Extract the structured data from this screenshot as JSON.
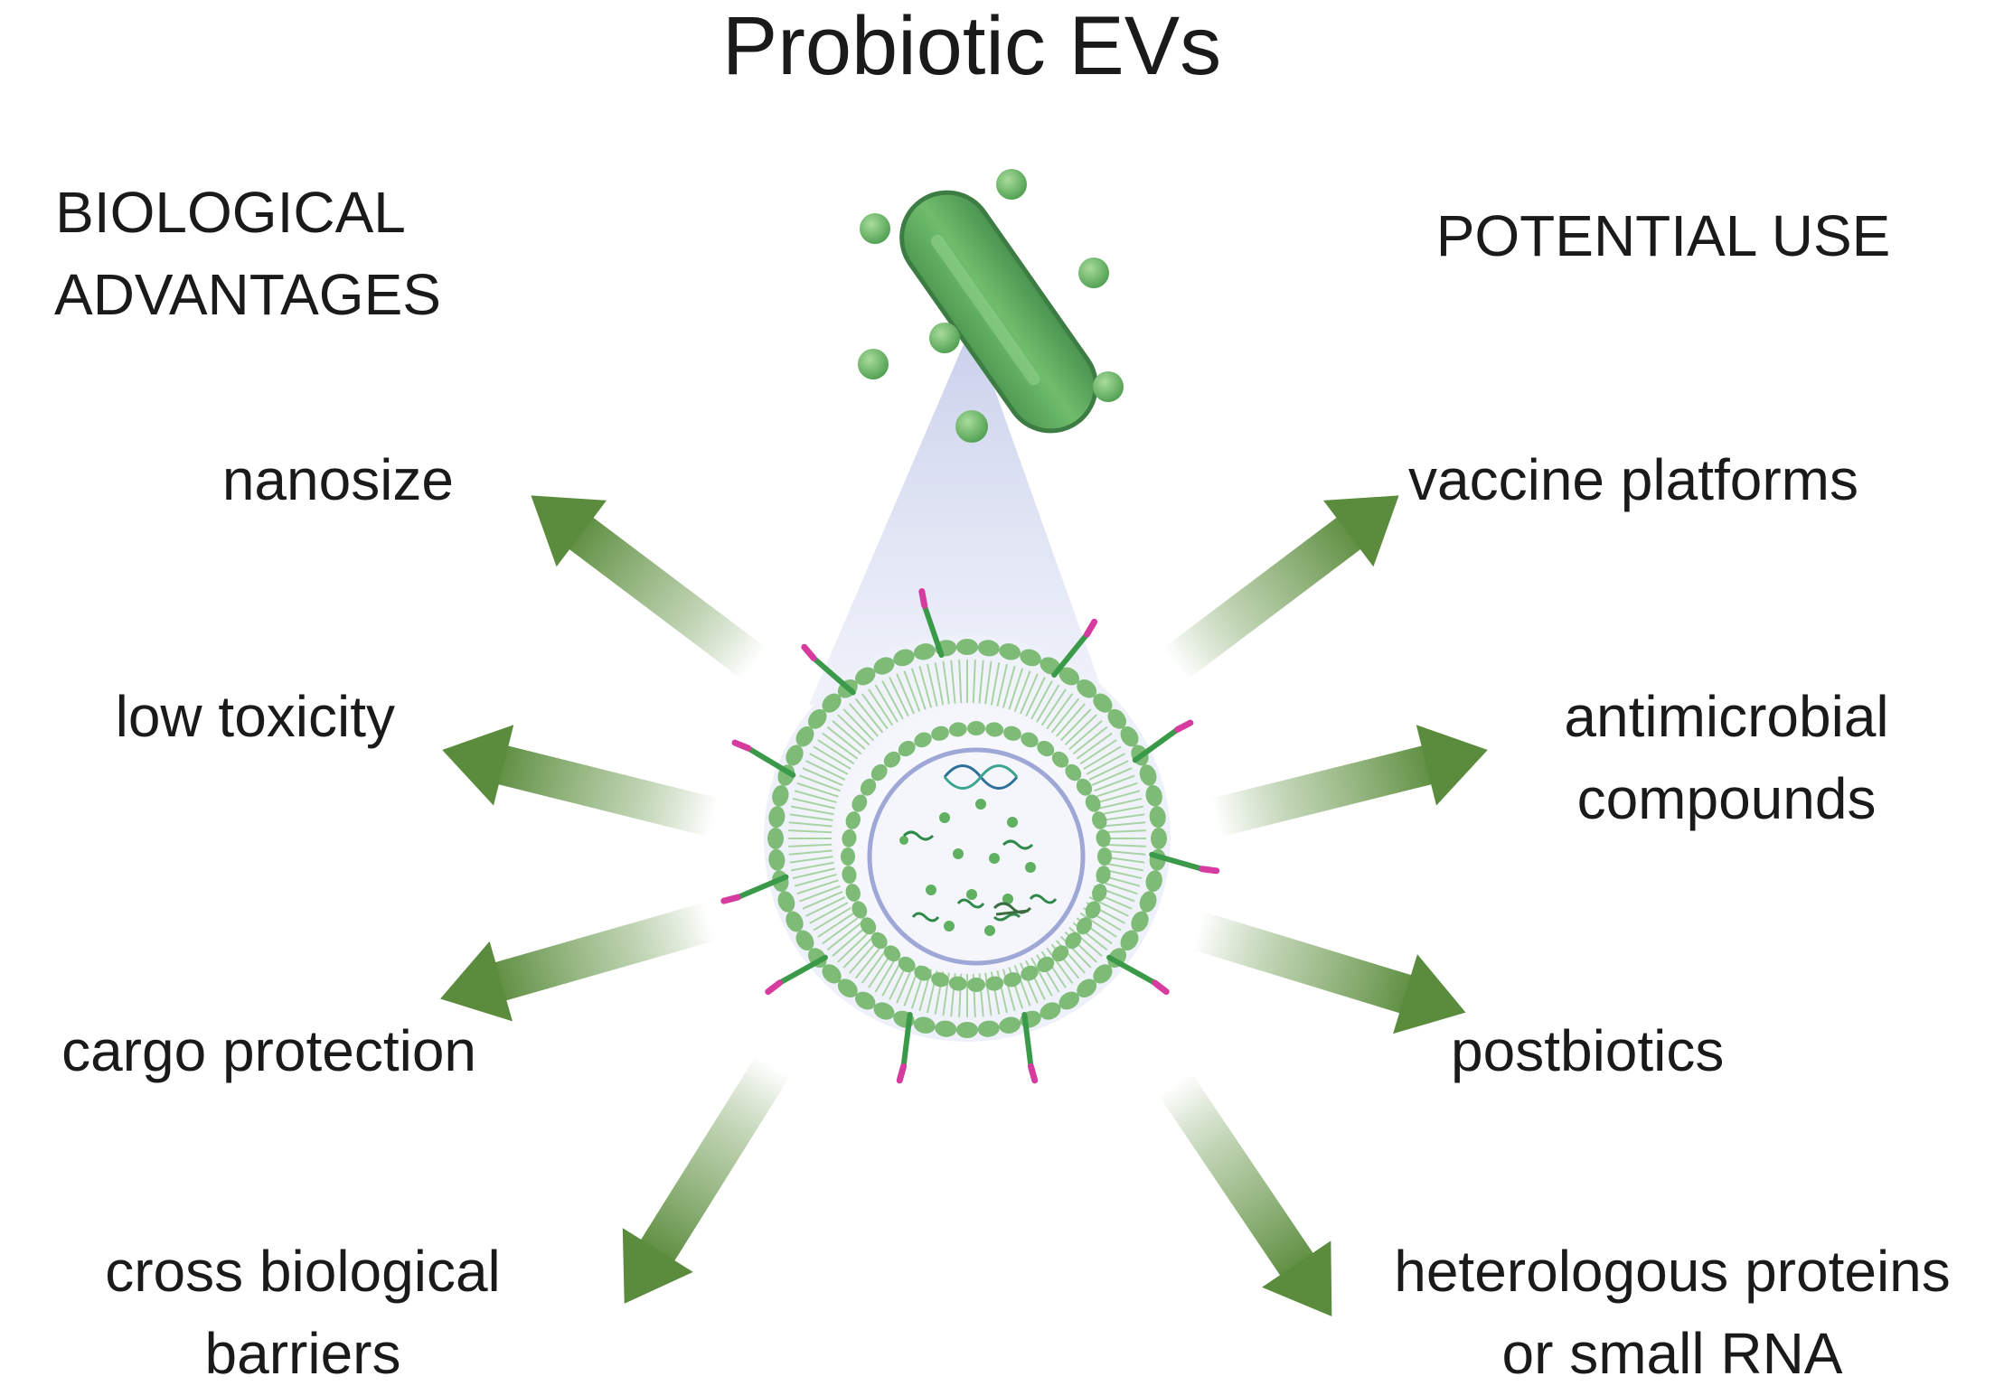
{
  "title": "Probiotic EVs",
  "left_heading_line1": "BIOLOGICAL",
  "left_heading_line2": "ADVANTAGES",
  "right_heading": "POTENTIAL USE",
  "advantages": [
    {
      "line1": "nanosize",
      "line2": ""
    },
    {
      "line1": "low toxicity",
      "line2": ""
    },
    {
      "line1": "cargo protection",
      "line2": ""
    },
    {
      "line1": "cross biological",
      "line2": "barriers"
    }
  ],
  "uses": [
    {
      "line1": "vaccine platforms",
      "line2": ""
    },
    {
      "line1": "antimicrobial",
      "line2": "compounds"
    },
    {
      "line1": "postbiotics",
      "line2": ""
    },
    {
      "line1": "heterologous proteins",
      "line2": "or small RNA"
    }
  ],
  "colors": {
    "arrow": "#5b8c3e",
    "bacterium": "#5aa55a",
    "membrane": "#7dbb77",
    "protein_stalk": "#3a9a4a",
    "protein_tip": "#d63ca0",
    "cone": "#c9d3ee"
  }
}
